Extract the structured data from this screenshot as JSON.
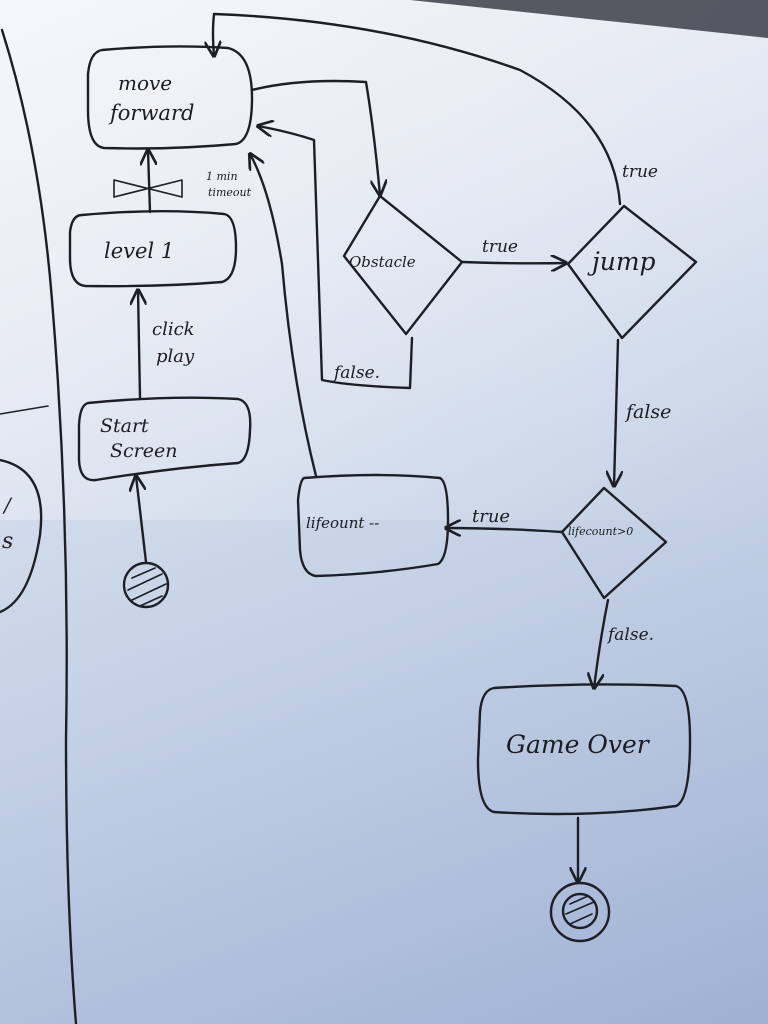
{
  "diagram": {
    "nodes": {
      "move_forward": {
        "line1": "move",
        "line2": "forward"
      },
      "level1": {
        "label": "level 1"
      },
      "start_screen": {
        "line1": "Start",
        "line2": "Screen"
      },
      "obstacle": {
        "label": "Obstacle"
      },
      "jump": {
        "label": "jump"
      },
      "lifecount_dec": {
        "label": "lifeount --"
      },
      "lifecount_check": {
        "label": "lifecount>0"
      },
      "game_over": {
        "label": "Game Over"
      }
    },
    "edges": {
      "click_play": {
        "line1": "click",
        "line2": "play"
      },
      "timeout": {
        "line1": "1 min",
        "line2": "timeout"
      },
      "obstacle_true": "true",
      "obstacle_false": "false.",
      "jump_true": "true",
      "jump_false": "false",
      "lifecount_true": "true",
      "lifecount_false": "false."
    },
    "left_fragment": {
      "line1": "/",
      "line2": "s"
    }
  },
  "colors": {
    "ink": "#1d1f27",
    "board_top": "#e9edf4",
    "board_bottom": "#9fb1d4"
  }
}
